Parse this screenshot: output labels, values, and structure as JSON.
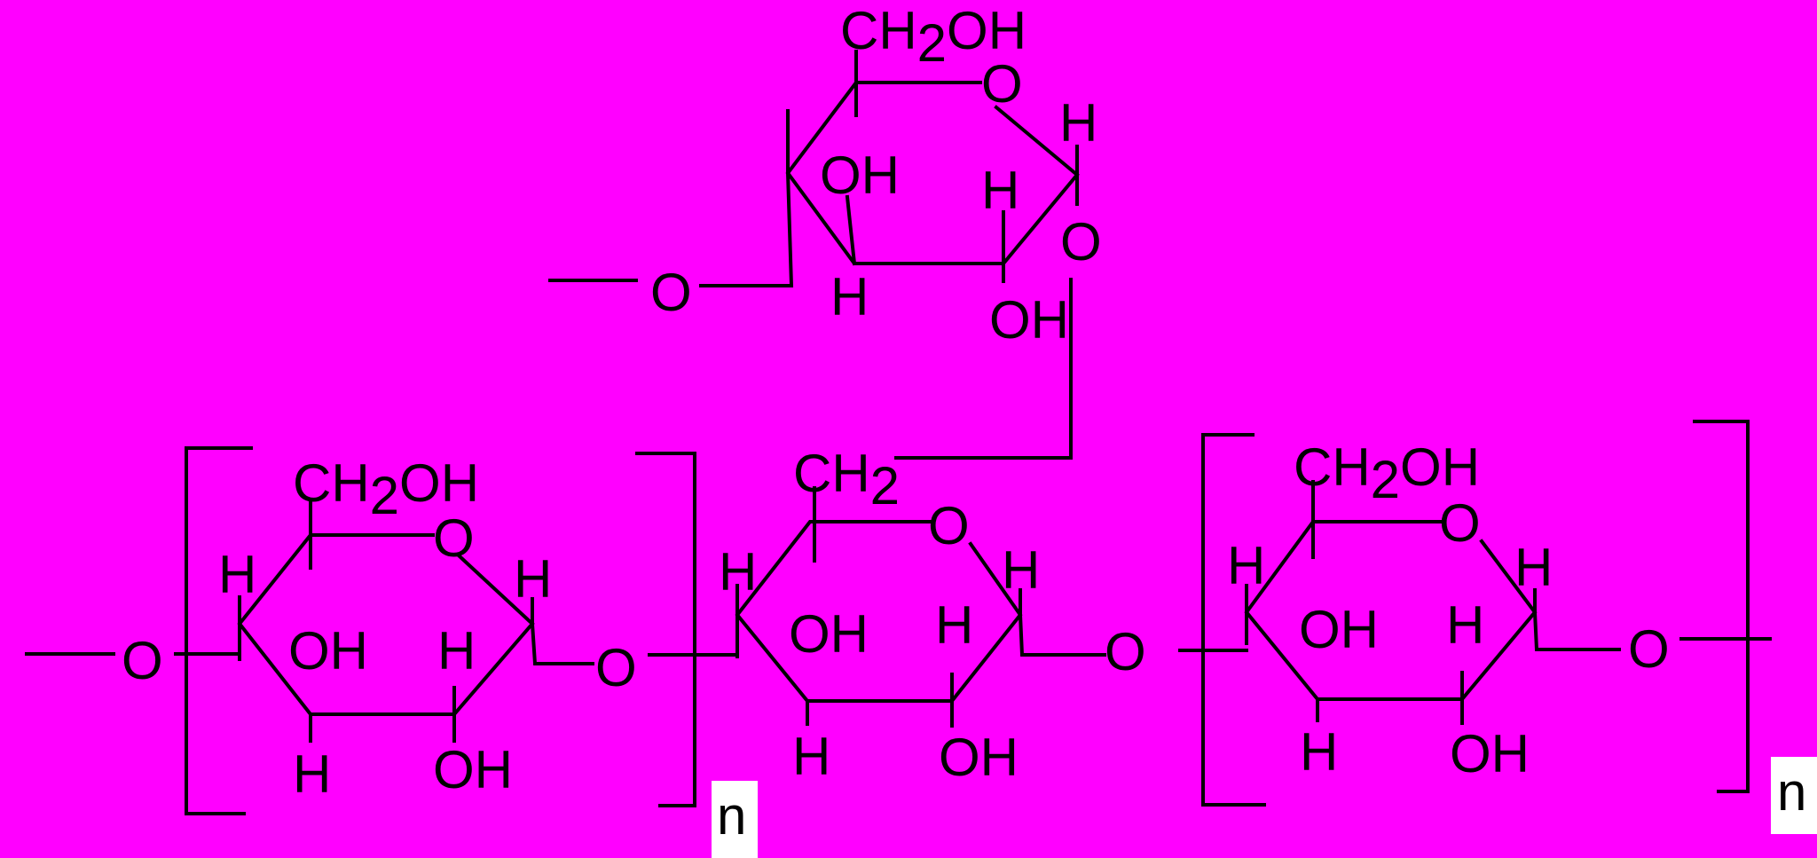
{
  "colors": {
    "background": "#ff00ff",
    "ink": "#000000",
    "label_box": "#ffffff"
  },
  "groups": {
    "ch2oh": "CH",
    "ch2oh_sub": "2",
    "ch2oh_tail": "OH",
    "ch2": "CH",
    "ch2_sub": "2",
    "oh": "OH",
    "h": "H",
    "o": "O"
  },
  "repeat_index": "n"
}
